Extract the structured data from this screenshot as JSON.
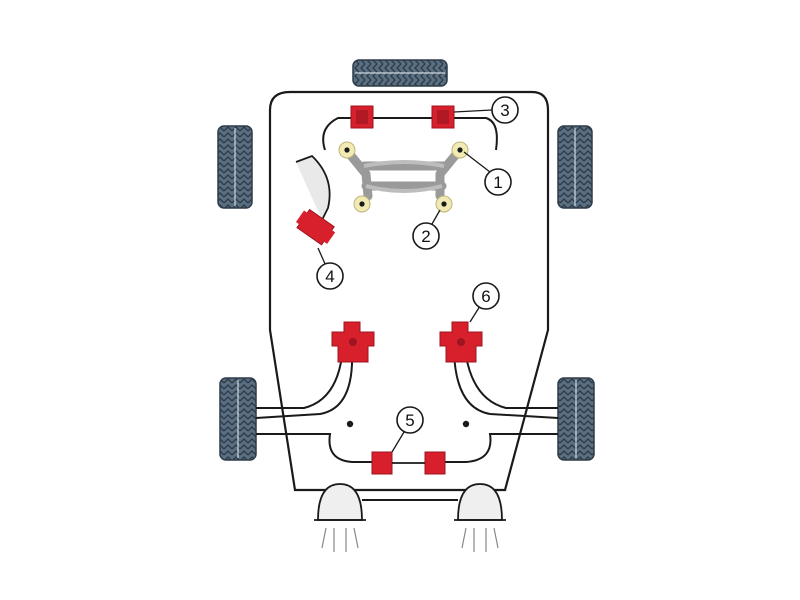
{
  "diagram": {
    "type": "car-suspension-bush-location-map",
    "view": "top-down",
    "colors": {
      "background": "#ffffff",
      "outline": "#1a1a1a",
      "bush_red": "#d8202c",
      "bush_red_dark": "#9c1520",
      "tyre": "#5a6f82",
      "tyre_tread": "#2e3b48",
      "mount_yellow": "#f2eab4",
      "subframe_grey": "#9a9a9a",
      "light_fill": "#e9e9e9"
    },
    "callouts": [
      {
        "id": "1",
        "label": "1"
      },
      {
        "id": "2",
        "label": "2"
      },
      {
        "id": "3",
        "label": "3"
      },
      {
        "id": "4",
        "label": "4"
      },
      {
        "id": "5",
        "label": "5"
      },
      {
        "id": "6",
        "label": "6"
      }
    ],
    "wheels": [
      "front-center",
      "front-left",
      "front-right",
      "rear-left",
      "rear-right"
    ]
  }
}
